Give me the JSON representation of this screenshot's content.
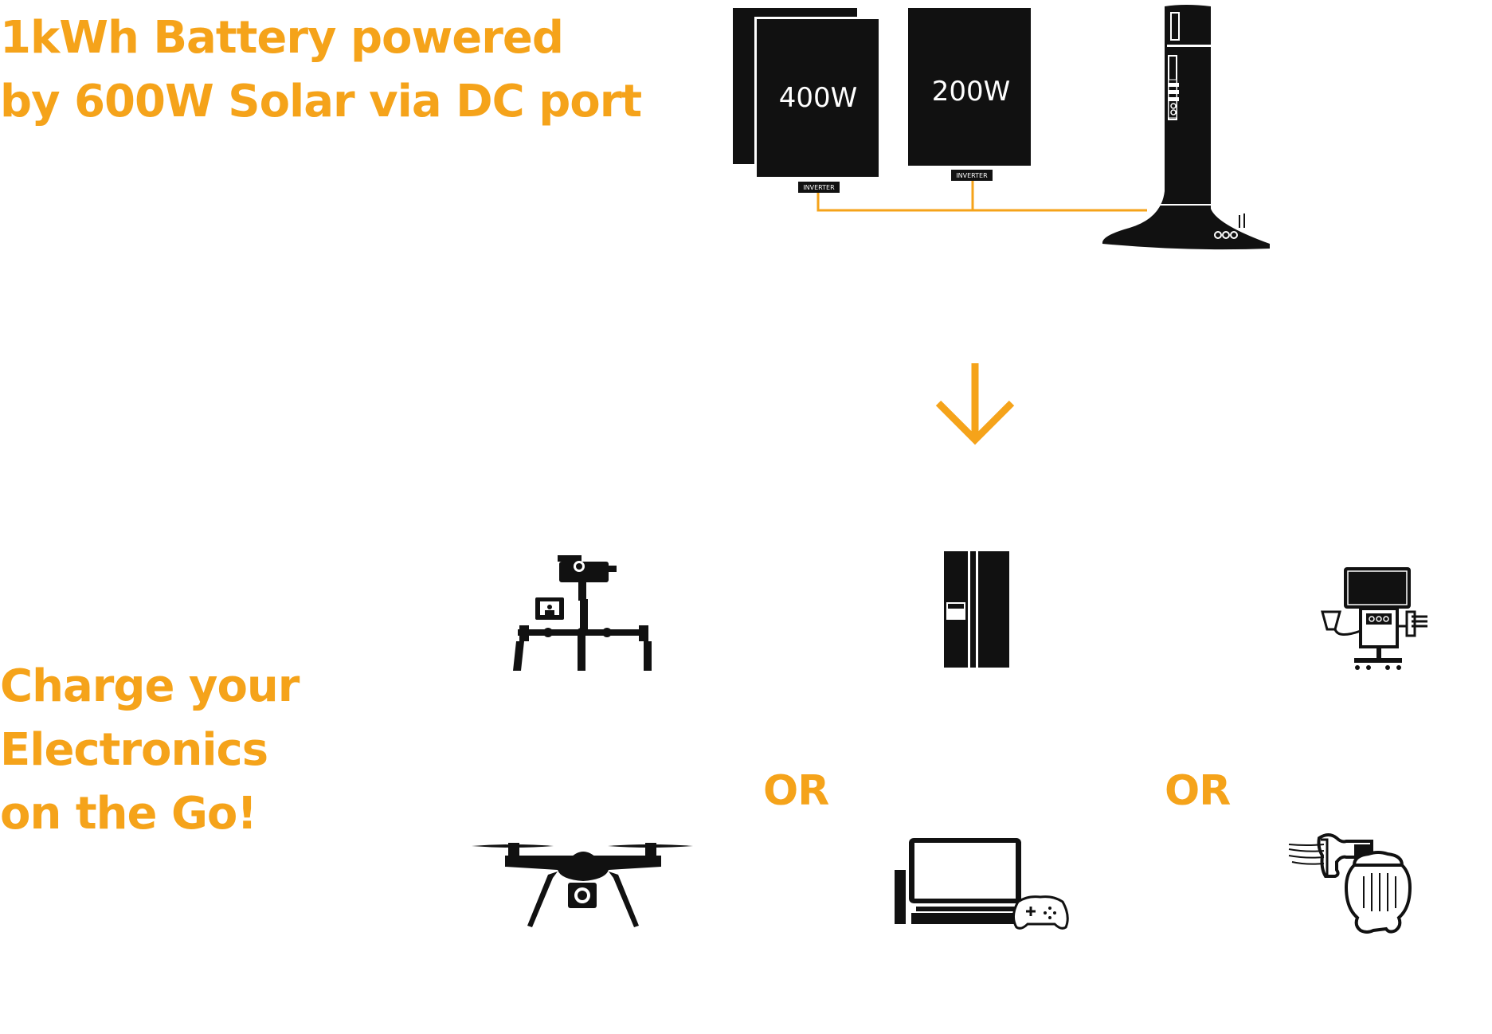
{
  "headline_top": {
    "line1": "1kWh Battery powered",
    "line2": "by 600W Solar via DC port"
  },
  "headline_bottom": {
    "line1": "Charge your",
    "line2": "Electronics",
    "line3": "on the Go!"
  },
  "panels": [
    {
      "label": "400W",
      "inverter_label": "INVERTER"
    },
    {
      "label": "200W",
      "inverter_label": "INVERTER"
    }
  ],
  "or_left": "OR",
  "or_right": "OR",
  "colors": {
    "accent": "#F5A31A",
    "ink": "#111111",
    "background": "#FFFFFF"
  },
  "icons": [
    "solar-panel-icon",
    "battery-station-icon",
    "down-arrow-icon",
    "camera-gimbal-icon",
    "refrigerator-icon",
    "cpap-machine-icon",
    "drone-icon",
    "tv-console-icon",
    "hair-dryer-icon"
  ]
}
